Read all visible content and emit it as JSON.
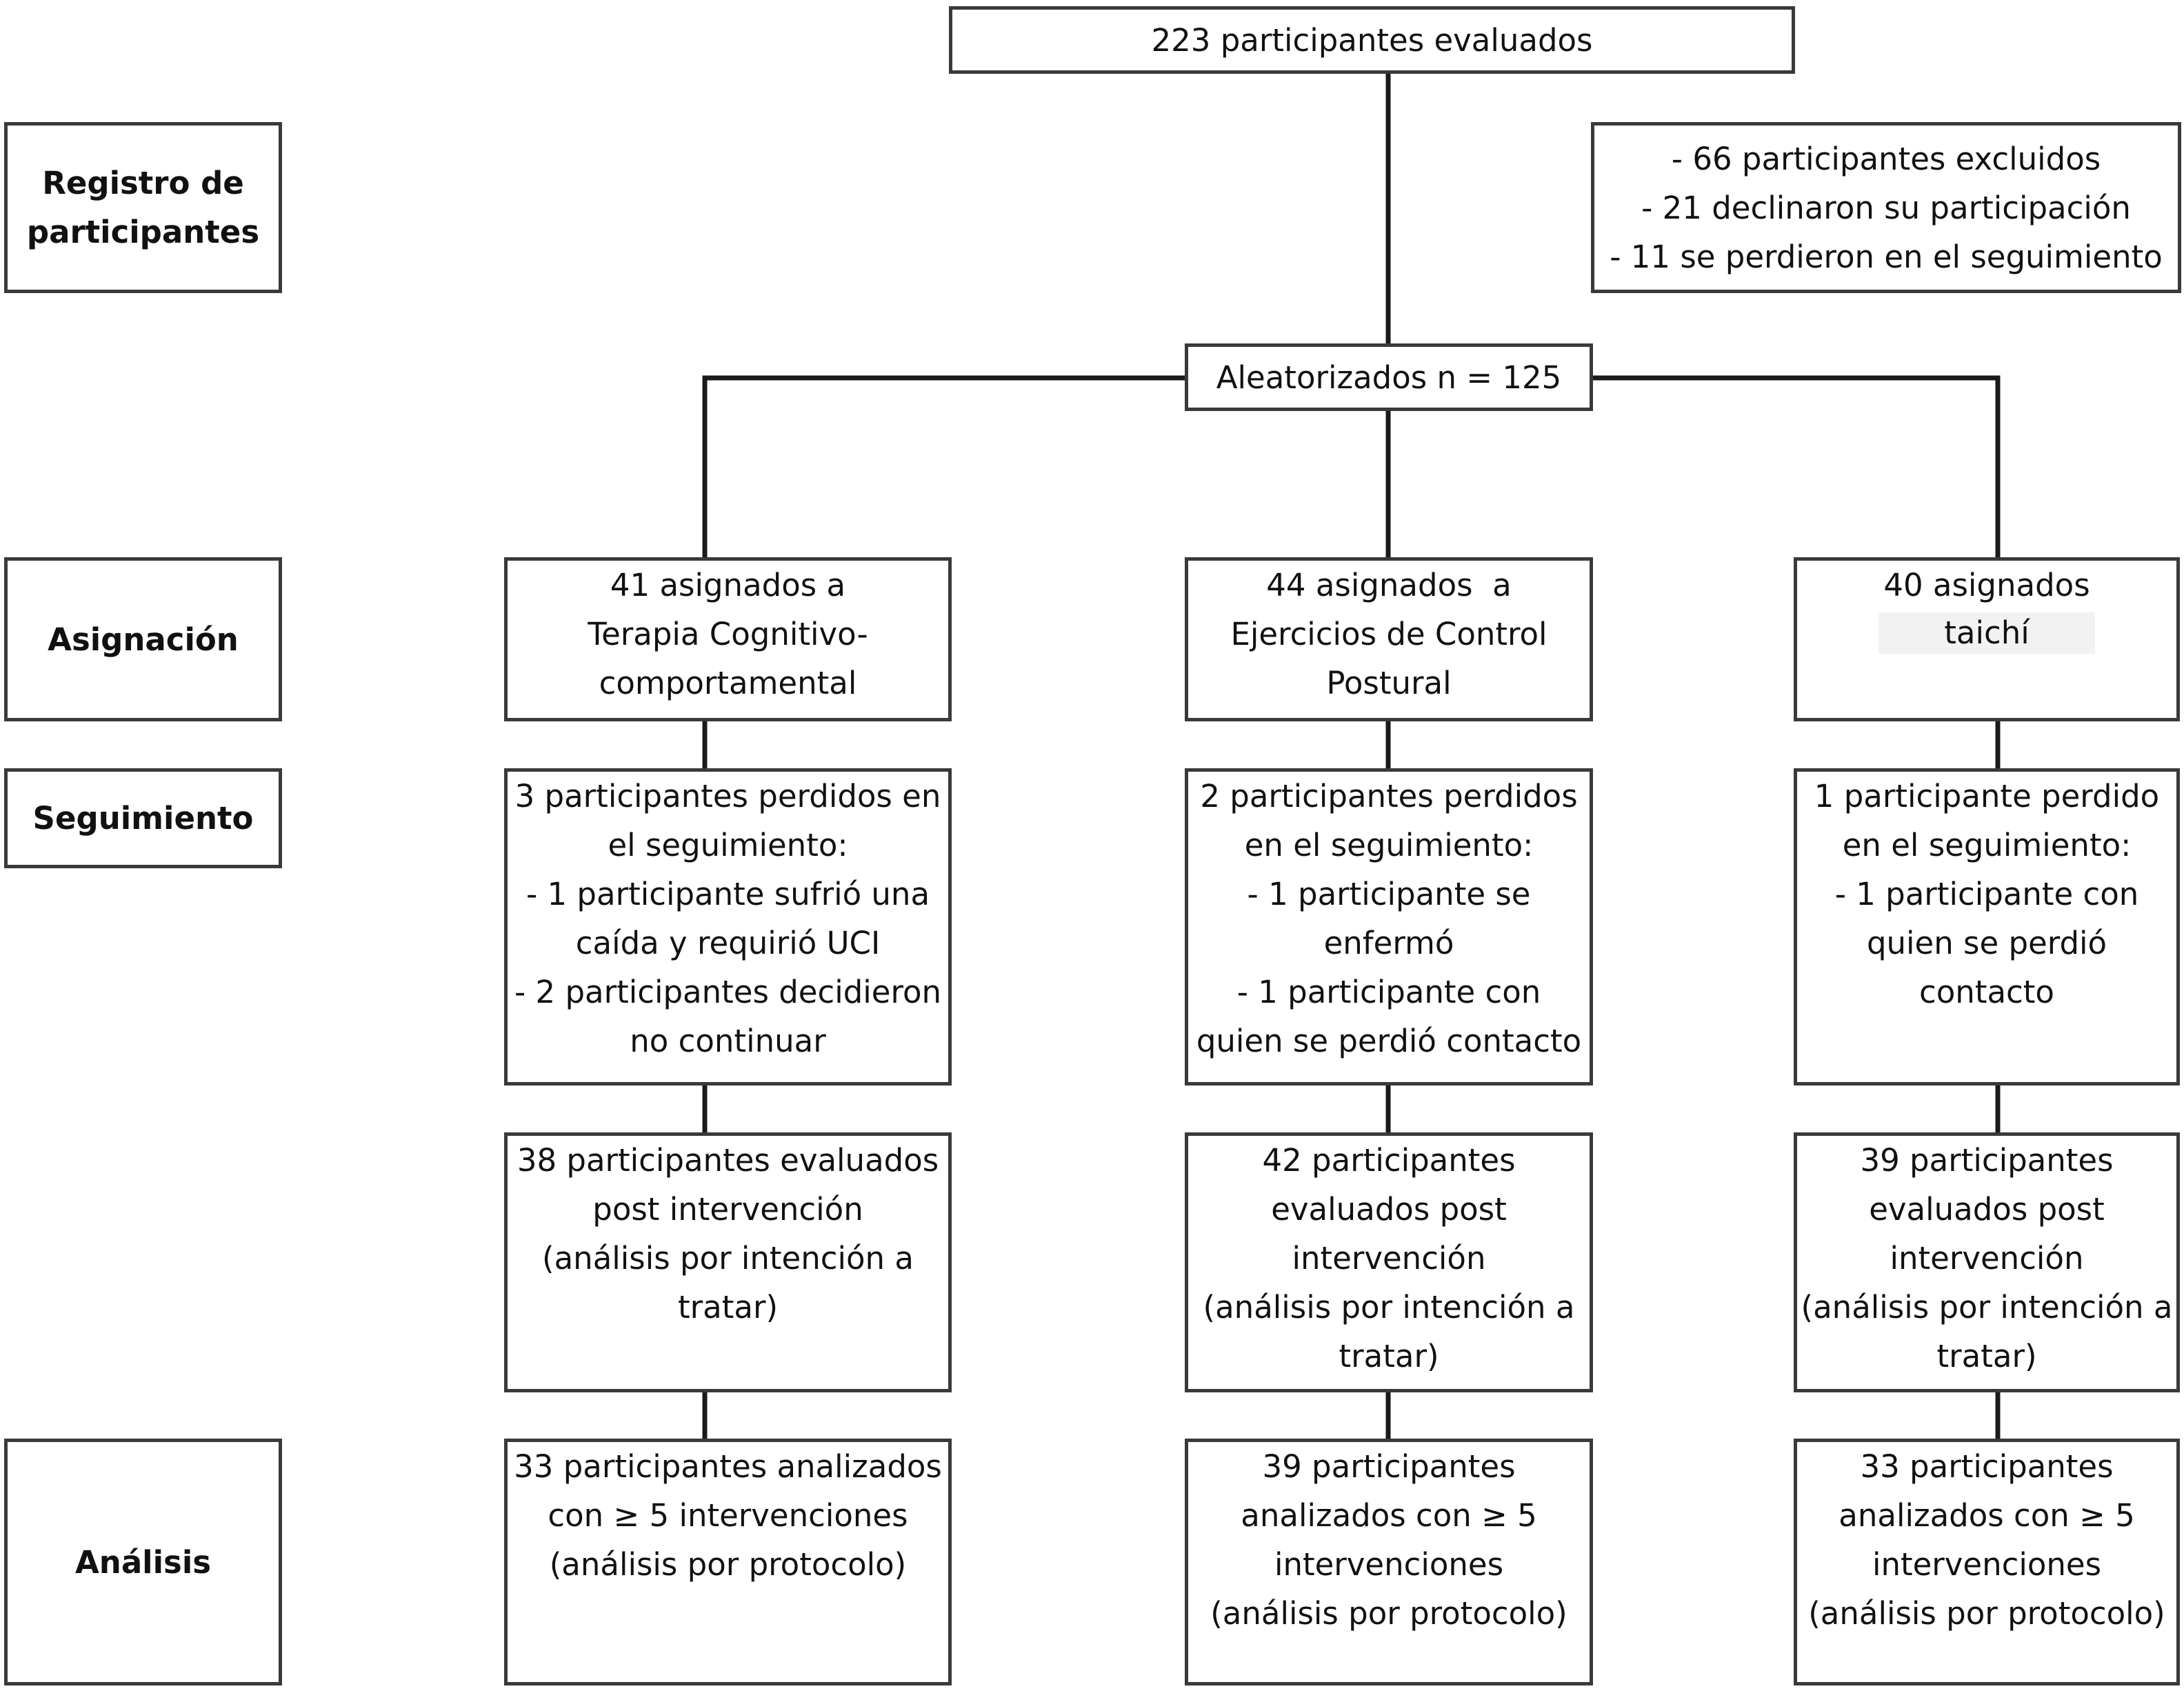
{
  "stages": {
    "registro": [
      "Registro de",
      "participantes"
    ],
    "asignacion": [
      "Asignación"
    ],
    "seguimiento": [
      "Seguimiento"
    ],
    "analisis": [
      "Análisis"
    ]
  },
  "evaluados": [
    "223 participantes evaluados"
  ],
  "excluidos": [
    "- 66 participantes excluidos",
    "- 21 declinaron su participación",
    "- 11 se perdieron en el seguimiento"
  ],
  "aleatorizados": [
    "Aleatorizados n = 125"
  ],
  "arms": [
    {
      "asignacion": [
        "41 asignados a",
        "Terapia Cognitivo-",
        "comportamental"
      ],
      "seguimiento": [
        "3 participantes perdidos en",
        "el seguimiento:",
        "- 1 participante sufrió una",
        "caída y requirió UCI",
        "- 2 participantes decidieron",
        "no continuar"
      ],
      "evaluados_post": [
        "38 participantes evaluados",
        "post intervención",
        "(análisis por intención a",
        "tratar)"
      ],
      "analizados": [
        "33 participantes analizados",
        "con ≥ 5 intervenciones",
        "(análisis por protocolo)"
      ]
    },
    {
      "asignacion": [
        "44 asignados  a",
        "Ejercicios de Control",
        "Postural"
      ],
      "seguimiento": [
        "2 participantes perdidos",
        "en el seguimiento:",
        "- 1 participante se",
        "enfermó",
        "- 1 participante con",
        "quien se perdió contacto"
      ],
      "evaluados_post": [
        "42 participantes",
        "evaluados post",
        "intervención",
        "(análisis por intención a",
        "tratar)"
      ],
      "analizados": [
        "39 participantes",
        "analizados con ≥ 5",
        "intervenciones",
        "(análisis por protocolo)"
      ]
    },
    {
      "asignacion": [
        "40 asignados",
        "taichí"
      ],
      "seguimiento": [
        "1 participante perdido",
        "en el seguimiento:",
        "- 1 participante con",
        "quien se perdió",
        "contacto"
      ],
      "evaluados_post": [
        "39 participantes",
        "evaluados post",
        "intervención",
        "(análisis por intención a",
        "tratar)"
      ],
      "analizados": [
        "33 participantes",
        "analizados con ≥ 5",
        "intervenciones",
        "(análisis por protocolo)"
      ]
    }
  ]
}
